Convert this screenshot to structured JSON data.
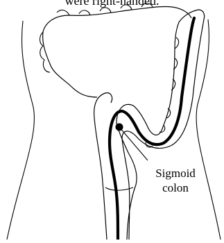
{
  "header_text": "were right-handed.",
  "label_line1": "Sigmoid",
  "label_line2": "colon"
}
